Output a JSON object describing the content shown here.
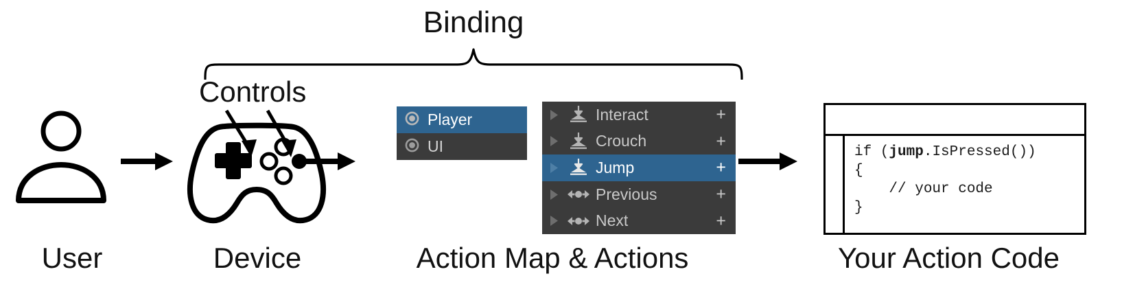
{
  "diagram": {
    "binding_label": "Binding",
    "controls_label": "Controls"
  },
  "captions": {
    "user": "User",
    "device": "Device",
    "action_map": "Action Map & Actions",
    "code": "Your Action Code"
  },
  "action_maps": {
    "panel_bg": "#3b3b3b",
    "selected_bg": "#2e6490",
    "items": [
      {
        "label": "Player",
        "icon": "action-map-icon",
        "selected": true
      },
      {
        "label": "UI",
        "icon": "action-map-icon",
        "selected": false
      }
    ]
  },
  "actions": {
    "panel_bg": "#3b3b3b",
    "selected_bg": "#2e6490",
    "add_label": "+",
    "items": [
      {
        "label": "Interact",
        "icon": "button-action-icon",
        "selected": false,
        "add": "+"
      },
      {
        "label": "Crouch",
        "icon": "button-action-icon",
        "selected": false,
        "add": "+"
      },
      {
        "label": "Jump",
        "icon": "button-action-icon",
        "selected": true,
        "add": "+"
      },
      {
        "label": "Previous",
        "icon": "axis-action-icon",
        "selected": false,
        "add": "+"
      },
      {
        "label": "Next",
        "icon": "axis-action-icon",
        "selected": false,
        "add": "+"
      }
    ]
  },
  "code": {
    "line1_pre": "if (",
    "line1_bold": "jump",
    "line1_post": ".IsPressed())",
    "line2": "{",
    "line3": "    // your code",
    "line4": "}"
  },
  "colors": {
    "ink": "#111111",
    "panel": "#3b3b3b",
    "accent_blue": "#2e6490",
    "muted_text": "#c9c9c9"
  }
}
